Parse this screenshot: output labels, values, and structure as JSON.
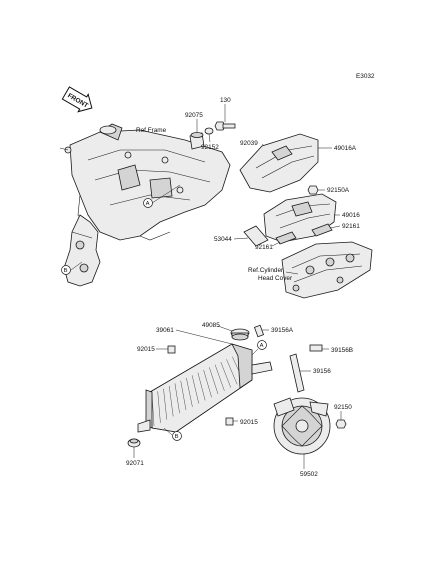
{
  "diagram_code": "E3032",
  "front_arrow_label": "FRONT",
  "ref_labels": {
    "frame": "Ref.Frame",
    "cylinder_head_cover_line1": "Ref.Cylinder",
    "cylinder_head_cover_line2": "Head Cover"
  },
  "circle_markers": {
    "a": "A",
    "b": "B"
  },
  "part_numbers": {
    "p130": "130",
    "p92075": "92075",
    "p92152": "92152",
    "p92039": "92039",
    "p49016a": "49016A",
    "p92150a": "92150A",
    "p49016": "49016",
    "p92161_right": "92161",
    "p92161_left": "92161",
    "p53044": "53044",
    "p39061": "39061",
    "p49085": "49085",
    "p39156a": "39156A",
    "p92015_top": "92015",
    "p39156b": "39156B",
    "p39156": "39156",
    "p92015_bottom": "92015",
    "p92150": "92150",
    "p92071": "92071",
    "p59502": "59502"
  }
}
